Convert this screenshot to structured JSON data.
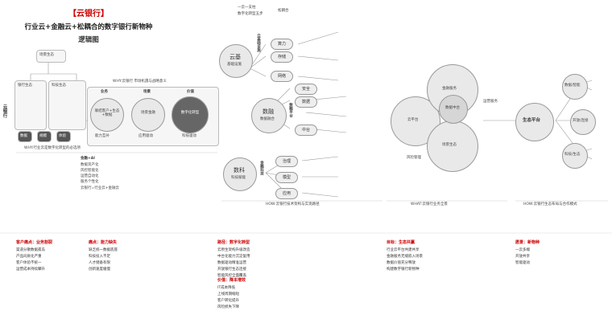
{
  "title": {
    "bracket": "【云银行】",
    "subtitle": "行业云+金融云+松耦合的数字银行新物种",
    "logic": "逻辑图"
  },
  "top_right_note": [
    "一云一支柱",
    "数字化转型五步",
    "松耦合"
  ],
  "left": {
    "vert_label": "云银行",
    "group_labels": [
      "场景生态",
      "银行生态",
      "科技生态"
    ],
    "caption": "WHY:行业云是数字化转型的必选项",
    "center_top": "WHY:云银行 市场机遇与战略意义",
    "circles": [
      {
        "label": "联结客户+生态+数据",
        "sub": "能力互补"
      },
      {
        "label": "场景金融",
        "sub": "应用驱动"
      },
      {
        "label": "数字化转型",
        "sub": "科技驱动"
      }
    ],
    "heads": [
      "业务",
      "场景",
      "价值"
    ],
    "tags": [
      "数据",
      "规模",
      "体验"
    ],
    "bottom_list_title": "金融+AI",
    "bottom_list": [
      "数据资产化",
      "风控智能化",
      "运营自动化",
      "服务个性化"
    ],
    "footnote": "云银行=行业云+金融云"
  },
  "middle": {
    "nodes": [
      {
        "title": "云基",
        "sub": "基础设施"
      },
      {
        "title": "数融",
        "sub": "数据融合"
      },
      {
        "title": "数科",
        "sub": "科技赋能"
      }
    ],
    "red_labels": [
      "云基础设施",
      "数融平台",
      "金融科技"
    ],
    "branches": [
      "算力",
      "存储",
      "网络",
      "安全",
      "数据",
      "中台",
      "治理",
      "模型",
      "应用"
    ],
    "caption": "HOW:云银行技术架构与实现路径"
  },
  "right_mid": {
    "caption": "WHAT:云银行业务全景",
    "circles": [
      "云平台",
      "金融服务",
      "场景生态",
      "数据中台",
      "风险管理",
      "运营服务"
    ]
  },
  "far_right": {
    "hub": "生态平台",
    "nodes": [
      "数据/智能",
      "开放/连接",
      "科技/生态"
    ],
    "caption": "HOW:云银行生态布局与合作模式"
  },
  "bottom": {
    "columns": [
      {
        "head": "客户痛点：业务割裂",
        "rows": [
          "渠道分散数据孤岛",
          "产品同质化严重",
          "客户体验不统一",
          "运营成本持续攀升"
        ]
      },
      {
        "head": "痛点：能力缺失",
        "rows": [
          "缺乏统一数据底座",
          "科技投入不足",
          "人才储备有限",
          "创新速度缓慢"
        ]
      },
      {
        "head": "路径：数字化转型",
        "rows": [
          "云原生架构升级改造",
          "中台化能力沉淀复用",
          "数据驱动精准运营",
          "开放银行生态连接",
          "智能风控全面覆盖"
        ]
      },
      {
        "head": "价值：降本增效",
        "rows": [
          "IT成本降低",
          "上线周期缩短",
          "客户转化提升",
          "风险损失下降"
        ]
      },
      {
        "head": "目标：生态共赢",
        "rows": [
          "行业云平台共建共享",
          "金融服务无缝嵌入场景",
          "数据价值充分释放",
          "构建数字银行新物种"
        ]
      },
      {
        "head": "愿景：新物种",
        "rows": [
          "一云多端",
          "开放共享",
          "智能驱动"
        ]
      }
    ]
  }
}
